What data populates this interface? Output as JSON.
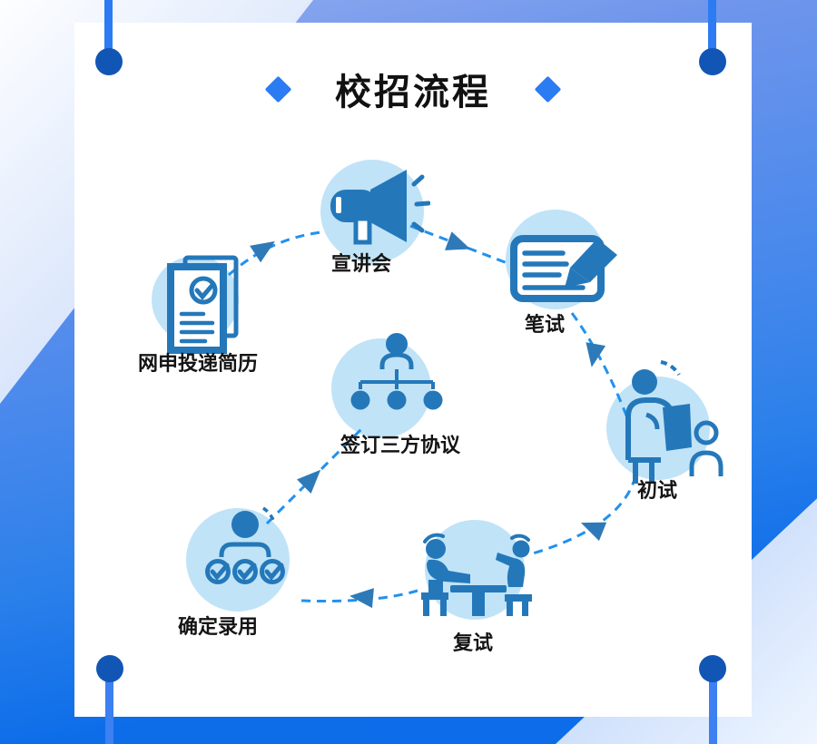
{
  "title": {
    "text": "校招流程"
  },
  "steps": [
    {
      "id": "online-application",
      "label": "网申投递简历",
      "icon": "document-check-icon",
      "order": 1
    },
    {
      "id": "info-session",
      "label": "宣讲会",
      "icon": "megaphone-icon",
      "order": 2
    },
    {
      "id": "written-test",
      "label": "笔试",
      "icon": "writing-pen-icon",
      "order": 3
    },
    {
      "id": "first-interview",
      "label": "初试",
      "icon": "interviewer-clipboard-icon",
      "order": 4
    },
    {
      "id": "second-interview",
      "label": "复试",
      "icon": "table-interview-icon",
      "order": 5
    },
    {
      "id": "offer-confirmed",
      "label": "确定录用",
      "icon": "person-checklist-icon",
      "order": 6
    },
    {
      "id": "sign-agreement",
      "label": "签订三方协议",
      "icon": "person-orgchart-icon",
      "order": 7
    }
  ],
  "flow_order": [
    "网申投递简历",
    "宣讲会",
    "笔试",
    "初试",
    "复试",
    "确定录用",
    "签订三方协议"
  ],
  "colors": {
    "accent_diamond": "#2b7bf3",
    "icon_blue": "#2478ba",
    "step_circle_light": "#c0e3f7",
    "dashed_line": "#2191ef",
    "arrowhead": "#2e7ab8",
    "pin": "#1156b4",
    "string": "#3c80f1",
    "text": "#141414",
    "background_top": "#6a93ea",
    "background_bottom": "#0d6de9",
    "poster": "#ffffff"
  }
}
